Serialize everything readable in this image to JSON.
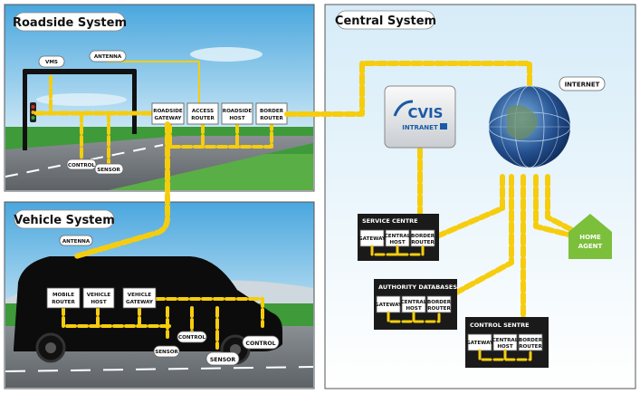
{
  "panels": {
    "roadside": {
      "title": "Roadside System"
    },
    "vehicle": {
      "title": "Vehicle System"
    },
    "central": {
      "title": "Central System"
    }
  },
  "roadside": {
    "vms": "VMS",
    "antenna": "ANTENNA",
    "control": "CONTROL",
    "sensor": "SENSOR",
    "units": [
      [
        "ROADSIDE",
        "GATEWAY"
      ],
      [
        "ACCESS",
        "ROUTER"
      ],
      [
        "ROADSIDE",
        "HOST"
      ],
      [
        "BORDER",
        "ROUTER"
      ]
    ]
  },
  "vehicle": {
    "antenna": "ANTENNA",
    "units": [
      [
        "MOBILE",
        "ROUTER"
      ],
      [
        "VEHICLE",
        "HOST"
      ],
      [
        "VEHICLE",
        "GATEWAY"
      ]
    ],
    "sensor_1": "SENSOR",
    "control_1": "CONTROL",
    "sensor_2": "SENSOR",
    "control_2": "CONTROL"
  },
  "central": {
    "cvis_logo": "CVIS",
    "cvis_sub": "INTRANET",
    "internet": "INTERNET",
    "home_agent": [
      "HOME",
      "AGENT"
    ],
    "service_centre": {
      "title": "SERVICE CENTRE",
      "units": [
        [
          "GATEWAY"
        ],
        [
          "CENTRAL",
          "HOST"
        ],
        [
          "BORDER",
          "ROUTER"
        ]
      ]
    },
    "authority_databases": {
      "title": "AUTHORITY DATABASES",
      "units": [
        [
          "GATEWAY"
        ],
        [
          "CENTRAL",
          "HOST"
        ],
        [
          "BORDER",
          "ROUTER"
        ]
      ]
    },
    "control_sentre": {
      "title": "CONTROL SENTRE",
      "units": [
        [
          "GATEWAY"
        ],
        [
          "CENTRAL",
          "HOST"
        ],
        [
          "BORDER",
          "ROUTER"
        ]
      ]
    }
  },
  "colors": {
    "pipe": "#f6cd0e",
    "grass": "#3f9a3a",
    "sky_top": "#5fb3e3",
    "home_agent": "#7cbf3a",
    "cvis_blue": "#1a5aa6"
  }
}
